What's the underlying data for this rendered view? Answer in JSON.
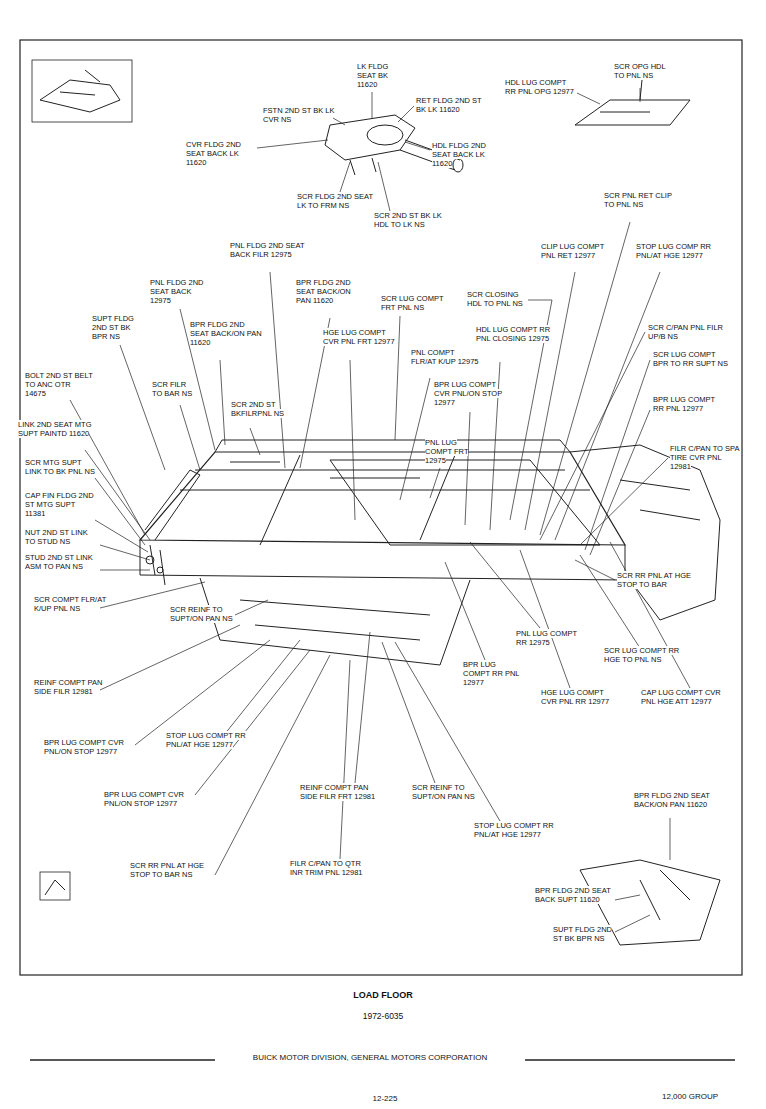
{
  "diagram": {
    "title": "LOAD FLOOR",
    "caption": "1972-6035",
    "labels": [
      "LK FLDG SEAT BK 11620",
      "HDL LUG COMPT RR PNL OPG 12977",
      "SCR OPG HDL TO PNL NS",
      "FSTN 2ND ST BK LK CVR NS",
      "RET FLDG 2ND ST BK LK 11620",
      "CVR FLDG 2ND SEAT BACK LK 11620",
      "HDL FLDG 2ND SEAT BACK LK 11620",
      "SCR FLDG 2ND SEAT LK TO FRM NS",
      "SCR 2ND ST BK LK HDL TO LK NS",
      "SCR PNL RET CLIP TO PNL NS",
      "PNL FLDG 2ND SEAT BACK FILR 12975",
      "CLIP LUG COMPT PNL RET 12977",
      "STOP LUG COMP RR PNL/AT HGE 12977",
      "PNL FLDG 2ND SEAT BACK 12975",
      "BPR FLDG 2ND SEAT BACK/ON PAN 11620",
      "SCR CLOSING HDL TO PNL NS",
      "SCR LUG COMPT FRT PNL NS",
      "SUPT FLDG 2ND ST BK BPR NS",
      "BPR FLDG 2ND SEAT BACK/ON PAN 11620",
      "HGE LUG COMPT CVR PNL FRT 12977",
      "HDL LUG COMPT RR PNL CLOSING 12975",
      "SCR C/PAN PNL FILR UP/B NS",
      "PNL COMPT FLR/AT K/UP 12975",
      "SCR LUG COMPT BPR TO RR SUPT NS",
      "BOLT 2ND ST BELT TO ANC OTR 14675",
      "SCR FILR TO BAR NS",
      "BPR LUG COMPT CVR PNL/ON STOP 12977",
      "BPR LUG COMPT RR PNL 12977",
      "SCR 2ND ST BKFILRPNL NS",
      "LINK 2ND SEAT MTG SUPT PAINTD 11620",
      "SCR MTG SUPT LINK TO BK PNL NS",
      "PNL LUG COMPT FRT 12975",
      "FILR C/PAN TO SPA TIRE CVR PNL 12981",
      "CAP FIN FLDG 2ND ST MTG SUPT 11381",
      "NUT 2ND ST LINK TO STUD NS",
      "STUD 2ND ST LINK ASM TO PAN NS",
      "SCR RR PNL AT HGE STOP TO BAR",
      "SCR COMPT FLR/AT K/UP PNL NS",
      "SCR REINF TO SUPT/ON PAN NS",
      "PNL LUG COMPT RR 12975",
      "SCR LUG COMPT RR HGE TO PNL NS",
      "BPR LUG COMPT RR PNL 12977",
      "REINF COMPT PAN SIDE FILR 12981",
      "HGE LUG COMPT CVR PNL RR 12977",
      "CAP LUG COMPT CVR PNL HGE ATT 12977",
      "BPR LUG COMPT CVR PNL/ON STOP 12977",
      "STOP LUG COMPT RR PNL/AT HGE 12977",
      "REINF COMPT PAN SIDE FILR FRT 12981",
      "SCR REINF TO SUPT/ON PAN NS",
      "BPR FLDG 2ND SEAT BACK/ON PAN 11620",
      "BPR LUG COMPT CVR PNL/ON STOP 12977",
      "STOP LUG COMPT RR PNL/AT HGE 12977",
      "SCR RR PNL AT HGE STOP TO BAR NS",
      "FILR C/PAN TO QTR INR TRIM PNL 12981",
      "BPR FLDG 2ND SEAT BACK SUPT 11620",
      "SUPT FLDG 2ND ST BK BPR NS",
      "BUICK MOTOR DIVISION, GENERAL MOTORS CORPORATION",
      "12-225",
      "12,000 GROUP"
    ]
  }
}
